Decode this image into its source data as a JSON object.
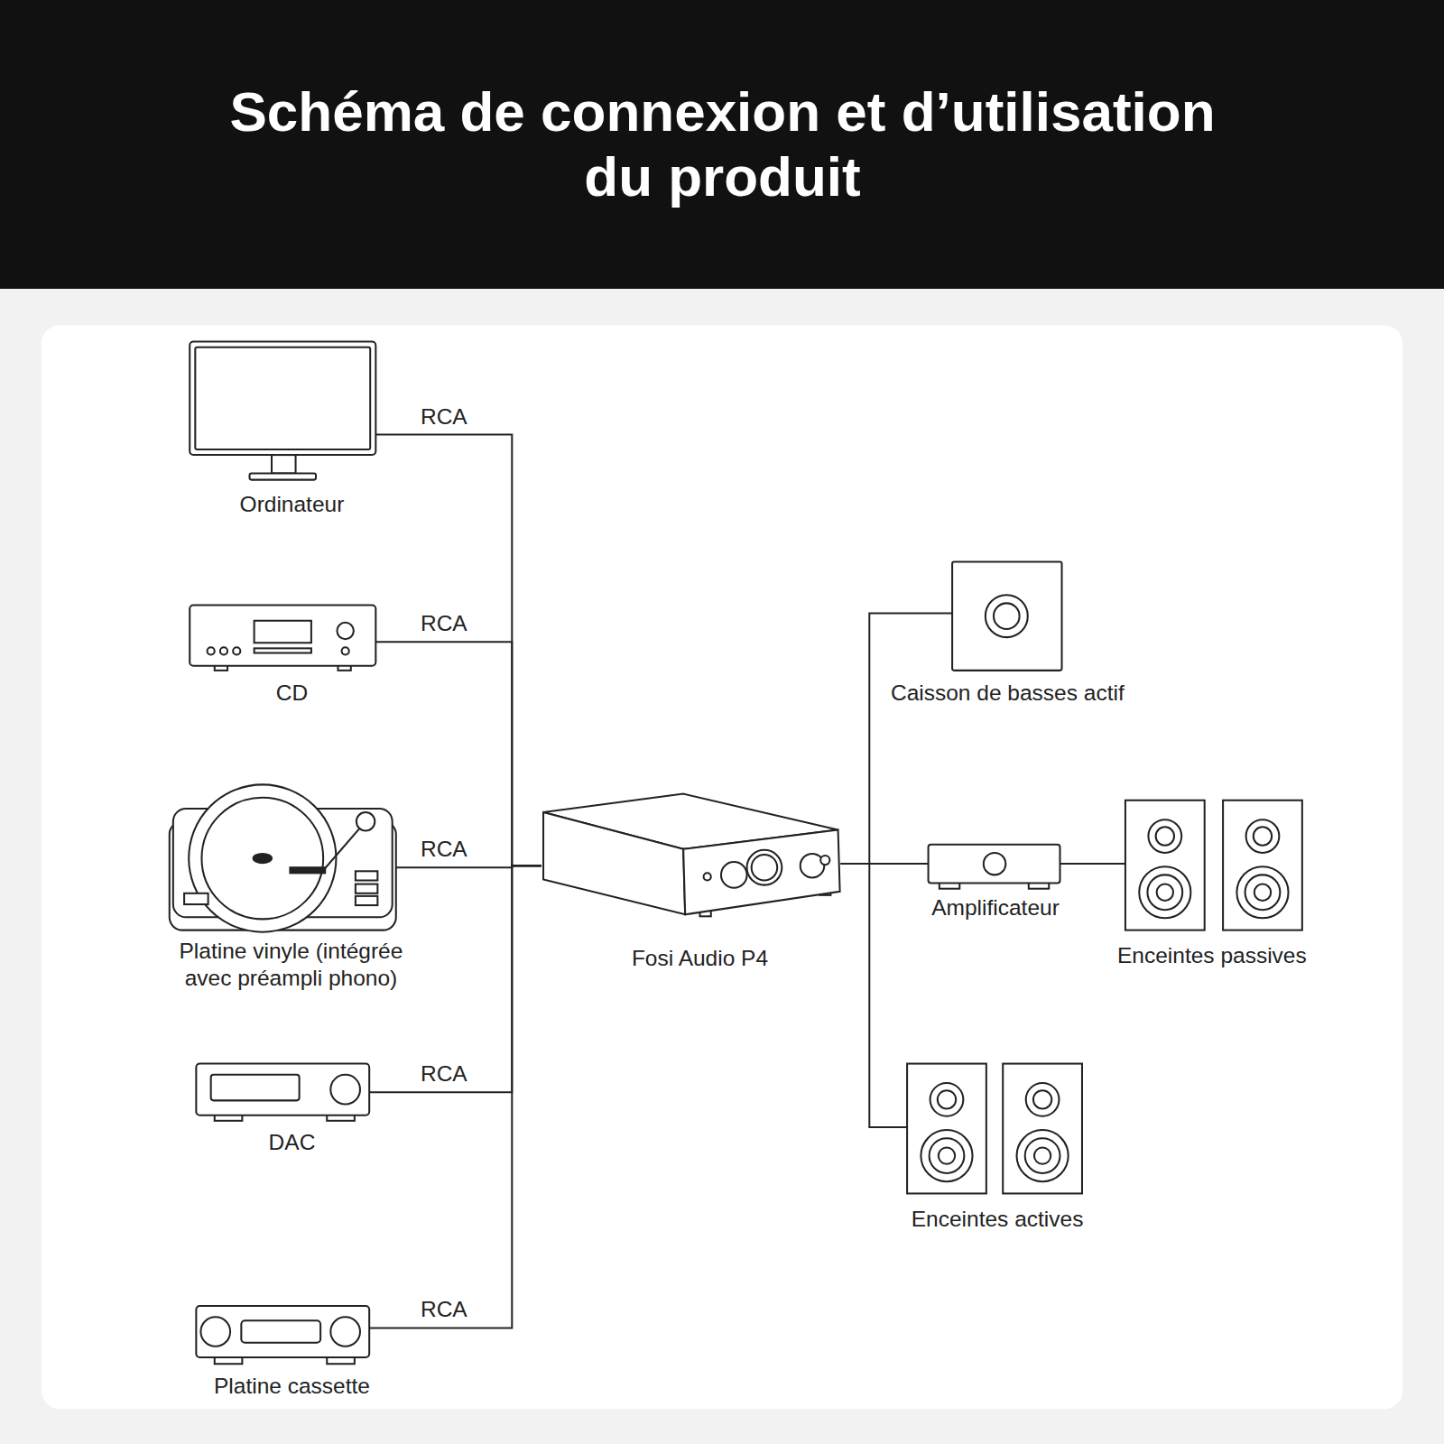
{
  "diagram": {
    "title": "Schéma de connexion et d’utilisation du produit",
    "nodes": [
      {
        "text": [
          "Ordinateur"
        ]
      },
      {
        "text": [
          "CD"
        ]
      },
      {
        "text": [
          "Platine vinyle (intégrée avec préampli phono)"
        ]
      },
      {
        "text": [
          "DAC"
        ]
      },
      {
        "text": [
          "Platine cassette"
        ]
      },
      {
        "text": [
          "Fosi Audio P4"
        ]
      },
      {
        "text": [
          "Caisson de basses actif"
        ]
      },
      {
        "text": [
          "Amplificateur"
        ]
      },
      {
        "text": [
          "Enceintes passives"
        ]
      },
      {
        "text": [
          "Enceintes actives"
        ]
      }
    ],
    "edges": [
      {
        "from": 0,
        "to": 5,
        "label": "RCA",
        "arrow": "none"
      },
      {
        "from": 1,
        "to": 5,
        "label": "RCA",
        "arrow": "none"
      },
      {
        "from": 2,
        "to": 5,
        "label": "RCA",
        "arrow": "none"
      },
      {
        "from": 3,
        "to": 5,
        "label": "RCA",
        "arrow": "none"
      },
      {
        "from": 4,
        "to": 5,
        "label": "RCA",
        "arrow": "none"
      },
      {
        "from": 5,
        "to": 6,
        "arrow": "none"
      },
      {
        "from": 5,
        "to": 7,
        "arrow": "none"
      },
      {
        "from": 7,
        "to": 8,
        "arrow": "none"
      },
      {
        "from": 5,
        "to": 9,
        "arrow": "none"
      }
    ]
  }
}
